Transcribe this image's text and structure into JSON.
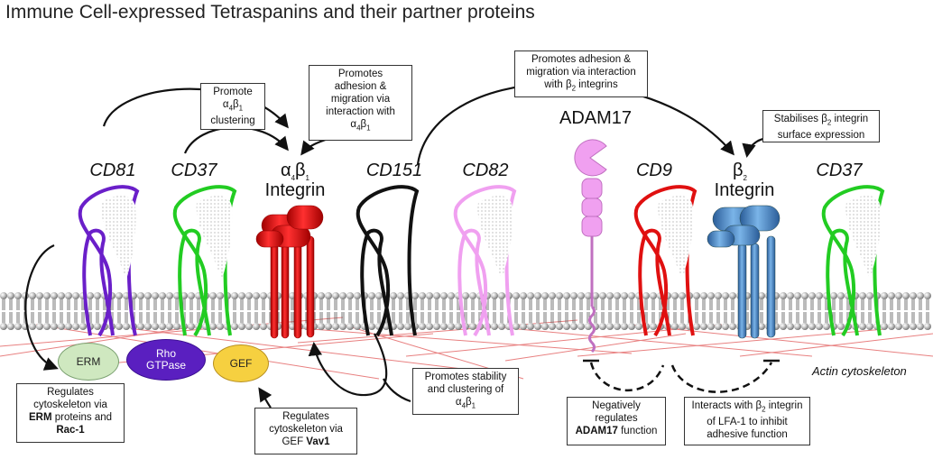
{
  "title": "Immune Cell-expressed Tetraspanins and their partner proteins",
  "labels": {
    "cd81": "CD81",
    "cd37_left": "CD37",
    "a4b1": "α",
    "a4b1_sub1": "4",
    "a4b1_b": "β",
    "a4b1_sub2": "1",
    "integrin_1": "Integrin",
    "cd151": "CD151",
    "cd82": "CD82",
    "adam17": "ADAM17",
    "cd9": "CD9",
    "b2": "β",
    "b2_sub": "2",
    "integrin_2": "Integrin",
    "cd37_right": "CD37",
    "actin": "Actin cytoskeleton"
  },
  "ovals": {
    "erm": "ERM",
    "rho_1": "Rho",
    "rho_2": "GTPase",
    "gef": "GEF"
  },
  "boxes": {
    "promote_clustering": {
      "l1": "Promote",
      "l2a": "α",
      "l2s1": "4",
      "l2b": "β",
      "l2s2": "1",
      "l3": "clustering"
    },
    "promotes_adhesion_a4b1": {
      "l1": "Promotes",
      "l2": "adhesion &",
      "l3": "migration via",
      "l4": "interaction with",
      "l5a": "α",
      "l5s1": "4",
      "l5b": "β",
      "l5s2": "1"
    },
    "promotes_adhesion_b2": {
      "l1": "Promotes adhesion &",
      "l2": "migration via interaction",
      "l3a": "with ",
      "l3b": "β",
      "l3s": "2",
      "l3c": " integrins"
    },
    "stabilises_b2": {
      "l1a": "Stabilises ",
      "l1b": "β",
      "l1s": "2",
      "l1c": " integrin",
      "l2": "surface expression"
    },
    "regulates_erm": {
      "l1": "Regulates",
      "l2": "cytoskeleton via",
      "l3a": "ERM",
      "l3b": " proteins and",
      "l4": "Rac-1"
    },
    "regulates_vav1": {
      "l1": "Regulates",
      "l2": "cytoskeleton via",
      "l3a": "GEF ",
      "l3b": "Vav1"
    },
    "promotes_stability": {
      "l1": "Promotes stability",
      "l2": "and clustering of",
      "l3a": "α",
      "l3s1": "4",
      "l3b": "β",
      "l3s2": "1"
    },
    "negatively_regulates": {
      "l1": "Negatively",
      "l2": "regulates",
      "l3a": "ADAM17",
      "l3b": " function"
    },
    "interacts_lfa1": {
      "l1a": "Interacts with ",
      "l1b": "β",
      "l1s": "2",
      "l1c": " integrin",
      "l2": "of LFA-1 to inhibit",
      "l3": "adhesive function"
    }
  },
  "colors": {
    "cd81": "#6a1fc9",
    "cd37": "#22cc22",
    "a4b1_integrin": "#e01010",
    "cd151": "#111111",
    "cd82": "#f0a0f0",
    "adam17": "#f0a0f0",
    "cd9": "#e01010",
    "b2_integrin": "#4a8cc8",
    "erm": "#cfe8c0",
    "rho_gtpase": "#5a1fc0",
    "gef": "#f6d040",
    "actin": "#e87070"
  }
}
